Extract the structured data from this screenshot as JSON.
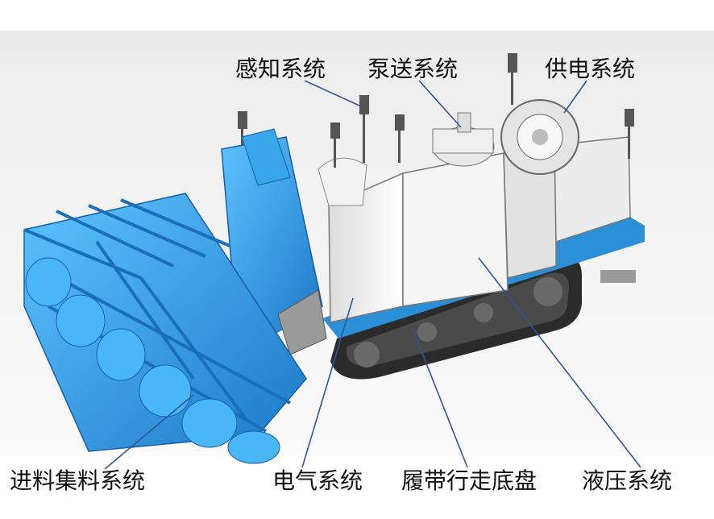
{
  "labels": {
    "sensing": "感知系统",
    "pumping": "泵送系统",
    "power": "供电系统",
    "feeding": "进料集料系统",
    "electrical": "电气系统",
    "crawler": "履带行走底盘",
    "hydraulic": "液压系统"
  },
  "colors": {
    "accent_blue": "#2a8fd6",
    "leader_line": "#2f5597",
    "body_white": "#f3f3f3",
    "track_dark": "#2b2b2b"
  }
}
